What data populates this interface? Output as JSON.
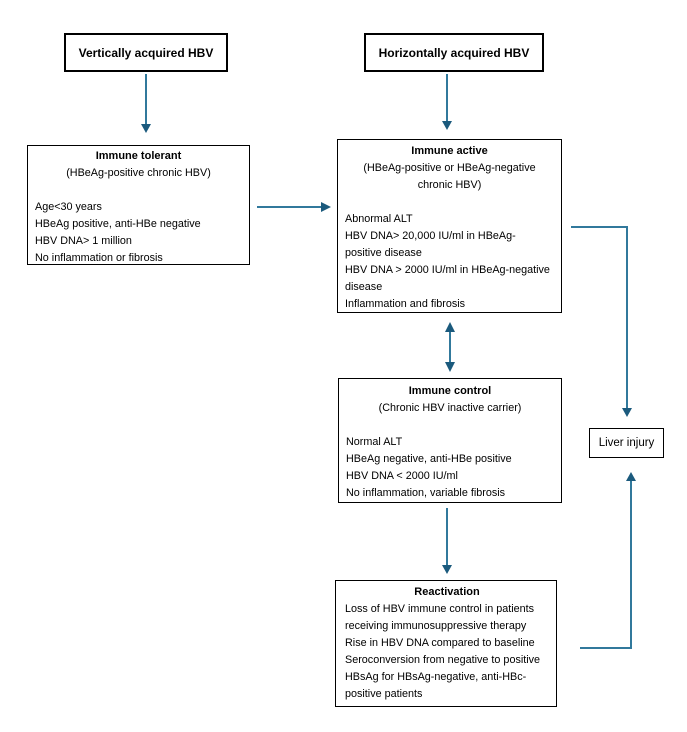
{
  "colors": {
    "arrow_line": "#31799c",
    "arrow_head": "#1b5a7d",
    "box_border": "#000000",
    "background": "#ffffff",
    "text": "#000000"
  },
  "nodes": {
    "vertically_acquired": {
      "label": "Vertically acquired HBV"
    },
    "horizontally_acquired": {
      "label": "Horizontally acquired HBV"
    },
    "immune_tolerant": {
      "title": "Immune tolerant",
      "subtitle": "(HBeAg-positive chronic HBV)",
      "lines": [
        "Age<30 years",
        "HBeAg positive, anti-HBe negative",
        "HBV DNA> 1 million",
        "No inflammation or fibrosis"
      ]
    },
    "immune_active": {
      "title": "Immune active",
      "subtitle_lines": [
        "(HBeAg-positive or HBeAg-negative",
        "chronic HBV)"
      ],
      "lines": [
        "Abnormal ALT",
        "HBV DNA> 20,000 IU/ml in HBeAg-",
        "positive disease",
        "HBV DNA > 2000 IU/ml in HBeAg-negative",
        "disease",
        "Inflammation and fibrosis"
      ]
    },
    "immune_control": {
      "title": "Immune control",
      "subtitle": "(Chronic HBV inactive carrier)",
      "lines": [
        "Normal ALT",
        "HBeAg negative, anti-HBe positive",
        "HBV DNA < 2000 IU/ml",
        "No inflammation, variable fibrosis"
      ]
    },
    "reactivation": {
      "title": "Reactivation",
      "lines": [
        "Loss of HBV immune control in patients",
        "receiving immunosuppressive therapy",
        "Rise in HBV DNA compared to baseline",
        "Seroconversion from negative to positive",
        "HBsAg for HBsAg-negative, anti-HBc-",
        "positive patients"
      ]
    },
    "liver_injury": {
      "label": "Liver injury"
    }
  }
}
